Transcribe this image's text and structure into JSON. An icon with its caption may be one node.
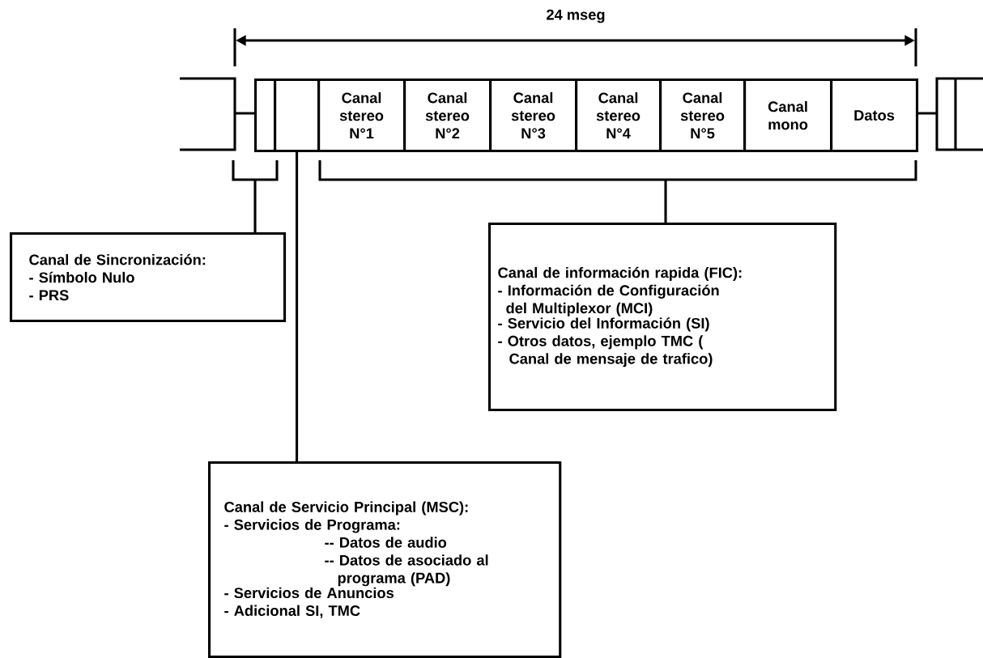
{
  "diagram": {
    "nodes": [
      {
        "text": [],
        "shape": "box"
      },
      {
        "text": [],
        "shape": "box"
      },
      {
        "text": [
          "Canal stereo N°1"
        ]
      },
      {
        "text": [
          "Canal stereo N°2"
        ]
      },
      {
        "text": [
          "Canal stereo N°3"
        ]
      },
      {
        "text": [
          "Canal stereo N°4"
        ]
      },
      {
        "text": [
          "Canal stereo N°5"
        ]
      },
      {
        "text": [
          "Canal mono"
        ]
      },
      {
        "text": [
          "Datos"
        ]
      },
      {
        "text": [],
        "shape": "bracket"
      },
      {
        "text": [],
        "shape": "bracket"
      },
      {
        "text": [
          "Canal de Sincronización:",
          "- Símbolo Nulo",
          "- PRS"
        ]
      },
      {
        "text": [
          "Canal de información rapida (FIC):",
          "- Información de Configuración del Multiplexor (MCI)",
          "- Servicio del Información (SI)",
          "- Otros datos, ejemplo TMC ( Canal de mensaje de trafico)"
        ]
      },
      {
        "text": [
          "Canal de Servicio Principal (MSC):",
          "- Servicios de Programa:",
          "-- Datos de audio",
          "-- Datos de asociado al programa (PAD)",
          "- Servicios de Anuncios",
          "- Adicional SI, TMC"
        ]
      }
    ],
    "edges": [
      {
        "from": 11,
        "to": 9,
        "arrow": "none"
      },
      {
        "from": 13,
        "to": 1,
        "arrow": "none"
      },
      {
        "from": 12,
        "to": 10,
        "arrow": "none"
      }
    ],
    "labels": [
      "24 mseg"
    ]
  }
}
